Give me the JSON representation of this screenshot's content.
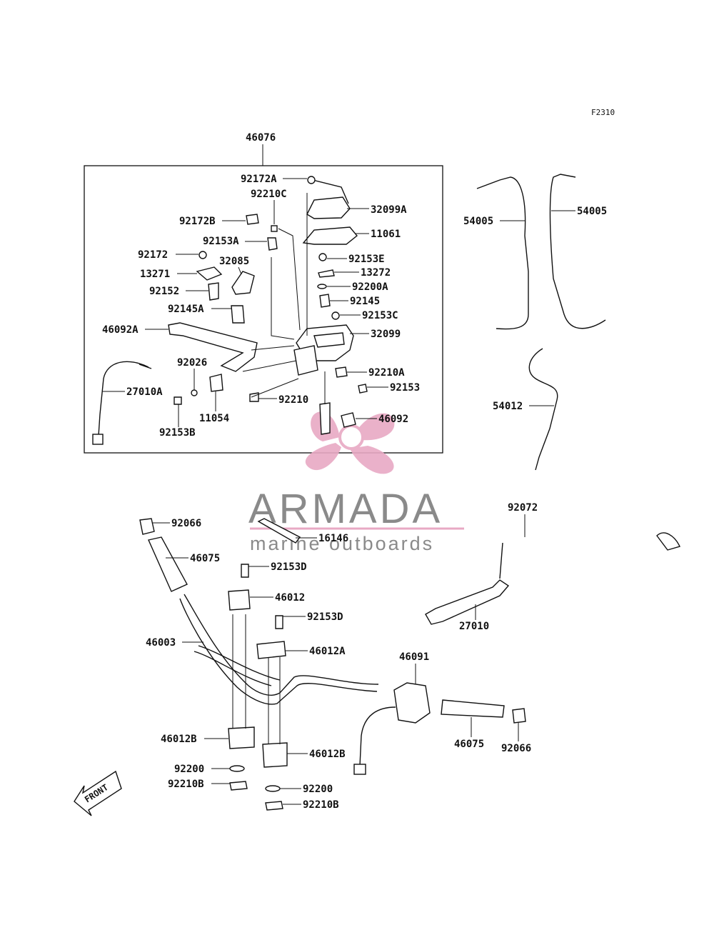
{
  "figure_code": "F2310",
  "assembly_label": "46076",
  "watermark": {
    "brand": "ARMADA",
    "tagline": "marine outboards",
    "color_text": "#8a8a8a",
    "color_logo": "#e8a9c4"
  },
  "front_label": "FRONT",
  "part_labels": [
    "92172A",
    "32099A",
    "92210C",
    "92172B",
    "11061",
    "92153A",
    "92153E",
    "92172",
    "13272",
    "32085",
    "13271",
    "92200A",
    "92152",
    "92145",
    "92145A",
    "92153C",
    "46092A",
    "32099",
    "92026",
    "92210A",
    "27010A",
    "92153",
    "92210",
    "11054",
    "46092",
    "92153B",
    "54005",
    "54005",
    "54012",
    "92066",
    "16146",
    "92072",
    "46075",
    "92153D",
    "46012",
    "92153D",
    "46003",
    "46012A",
    "27010",
    "46091",
    "46012B",
    "46075",
    "92066",
    "46012B",
    "92200",
    "92210B",
    "92200",
    "92210B"
  ]
}
